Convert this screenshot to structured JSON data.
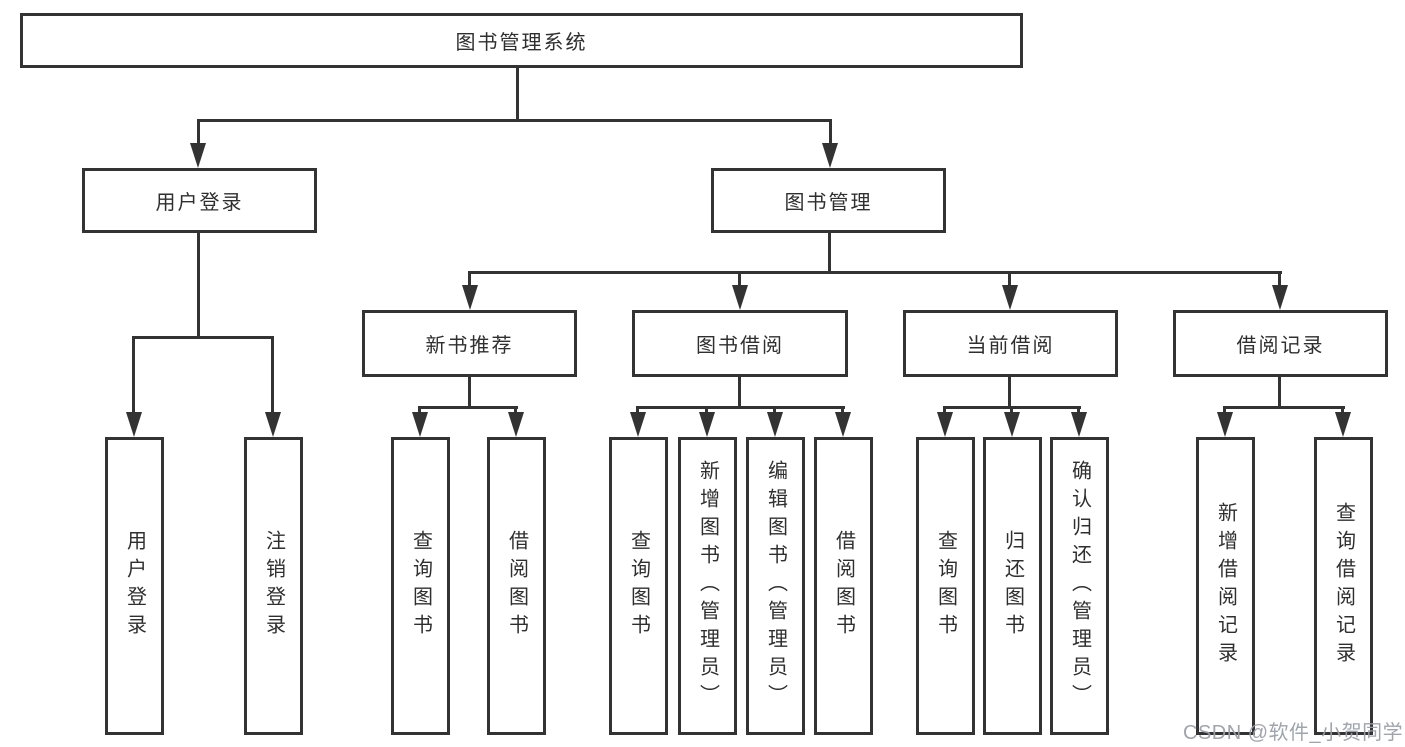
{
  "diagram_type": "hierarchy-tree",
  "colors": {
    "line": "#333333",
    "border": "#333333",
    "text": "#2f2f2f",
    "background": "#ffffff",
    "watermark": "#9aa0aa"
  },
  "tree": {
    "root": "图书管理系统",
    "branches": [
      {
        "label": "用户登录",
        "children": [
          "用户登录",
          "注销登录"
        ]
      },
      {
        "label": "图书管理",
        "children": [
          {
            "label": "新书推荐",
            "children": [
              "查询图书",
              "借阅图书"
            ]
          },
          {
            "label": "图书借阅",
            "children": [
              "查询图书",
              "新增图书（管理员）",
              "编辑图书（管理员）",
              "借阅图书"
            ]
          },
          {
            "label": "当前借阅",
            "children": [
              "查询图书",
              "归还图书",
              "确认归还（管理员）"
            ]
          },
          {
            "label": "借阅记录",
            "children": [
              "新增借阅记录",
              "查询借阅记录"
            ]
          }
        ]
      }
    ]
  },
  "watermark": "CSDN @软件_小贺同学"
}
